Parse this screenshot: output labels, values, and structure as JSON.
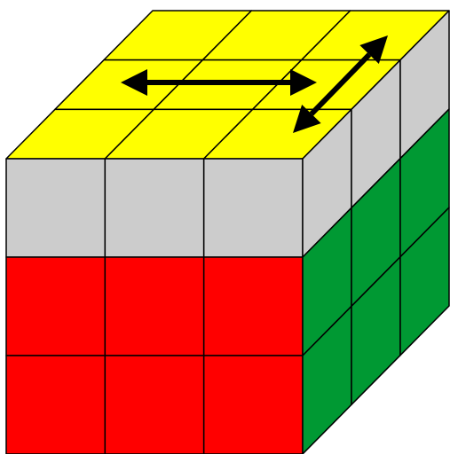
{
  "diagram": {
    "subject": "rubiks-cube-3x3",
    "faces": {
      "top": {
        "grid": [
          [
            "yellow",
            "yellow",
            "yellow"
          ],
          [
            "yellow",
            "yellow",
            "yellow"
          ],
          [
            "yellow",
            "yellow",
            "yellow"
          ]
        ]
      },
      "front": {
        "grid": [
          [
            "gray",
            "gray",
            "gray"
          ],
          [
            "red",
            "red",
            "red"
          ],
          [
            "red",
            "red",
            "red"
          ]
        ]
      },
      "right": {
        "grid": [
          [
            "gray",
            "gray",
            "gray"
          ],
          [
            "green",
            "green",
            "green"
          ],
          [
            "green",
            "green",
            "green"
          ]
        ]
      }
    },
    "arrows": [
      {
        "name": "horizontal-double-arrow",
        "face": "top",
        "direction": "left-right",
        "heads": "both"
      },
      {
        "name": "diagonal-double-arrow",
        "face": "top",
        "direction": "front-back",
        "heads": "both"
      }
    ],
    "colors": {
      "yellow": "#FFFF00",
      "gray": "#CCCCCC",
      "red": "#FF0000",
      "green": "#009933",
      "outline": "#000000",
      "arrow": "#000000",
      "background": "#FFFFFF"
    }
  }
}
